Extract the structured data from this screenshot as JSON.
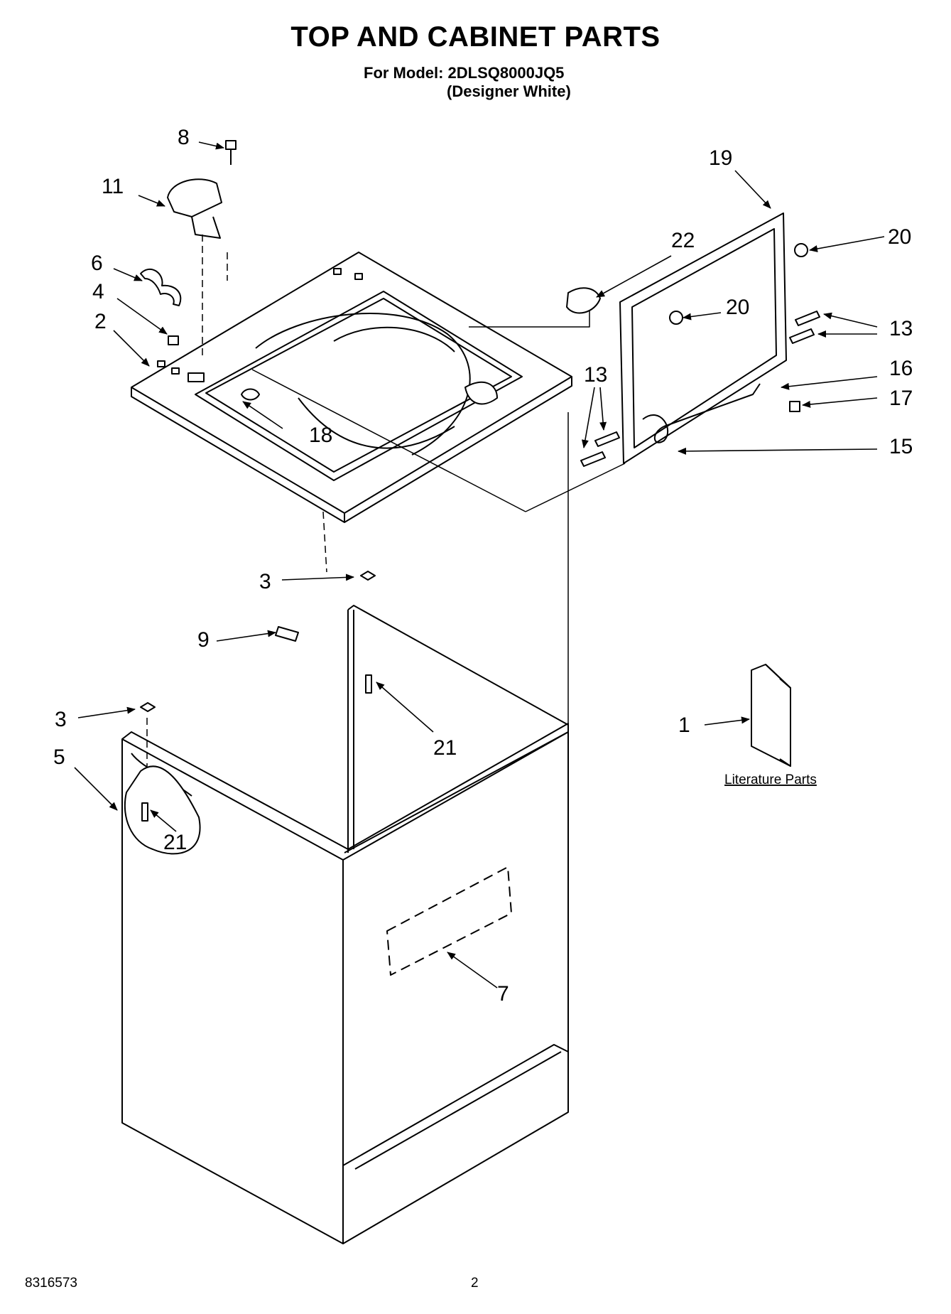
{
  "header": {
    "title": "TOP AND CABINET PARTS",
    "model_line": "For Model: 2DLSQ8000JQ5",
    "color_line": "(Designer White)"
  },
  "callouts": {
    "c1": "1",
    "c2": "2",
    "c3a": "3",
    "c3b": "3",
    "c4": "4",
    "c5": "5",
    "c6": "6",
    "c7": "7",
    "c8": "8",
    "c9": "9",
    "c11": "11",
    "c13a": "13",
    "c13b": "13",
    "c15": "15",
    "c16": "16",
    "c17": "17",
    "c18": "18",
    "c19": "19",
    "c20a": "20",
    "c20b": "20",
    "c21a": "21",
    "c21b": "21",
    "c22": "22"
  },
  "literature_label": "Literature Parts",
  "footer": {
    "doc_number": "8316573",
    "page_number": "2"
  }
}
